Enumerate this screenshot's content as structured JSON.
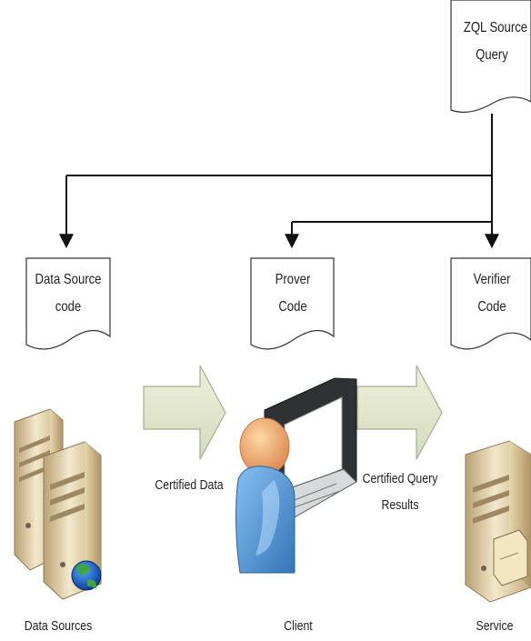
{
  "documents": {
    "zql_query": {
      "line1": "ZQL Source",
      "line2": "Query"
    },
    "data_source_code": {
      "line1": "Data Source",
      "line2": "code"
    },
    "prover_code": {
      "line1": "Prover",
      "line2": "Code"
    },
    "verifier_code": {
      "line1": "Verifier",
      "line2": "Code"
    }
  },
  "flows": {
    "certified_data": "Certified Data",
    "certified_query_results": {
      "line1": "Certified Query",
      "line2": "Results"
    }
  },
  "nodes": {
    "data_sources": "Data Sources",
    "client": "Client",
    "service": "Service"
  },
  "colors": {
    "line": "#111111",
    "document_fill": "#ffffff",
    "document_stroke": "#333333",
    "arrow_fill": "#dfe5c8",
    "arrow_stroke": "#a7ad8f",
    "server_light": "#f0e2bf",
    "server_mid": "#d7c49a",
    "server_dark": "#a38c64",
    "person_head": "#f1b57f",
    "person_body": "#5c97ce",
    "laptop_dark": "#2e3033",
    "laptop_screen": "#ffffff",
    "globe_blue": "#1f63c8",
    "globe_green": "#43a447"
  },
  "icons": {
    "data_sources": "server-globe-icon",
    "client": "person-laptop-icon",
    "service": "server-document-icon"
  }
}
